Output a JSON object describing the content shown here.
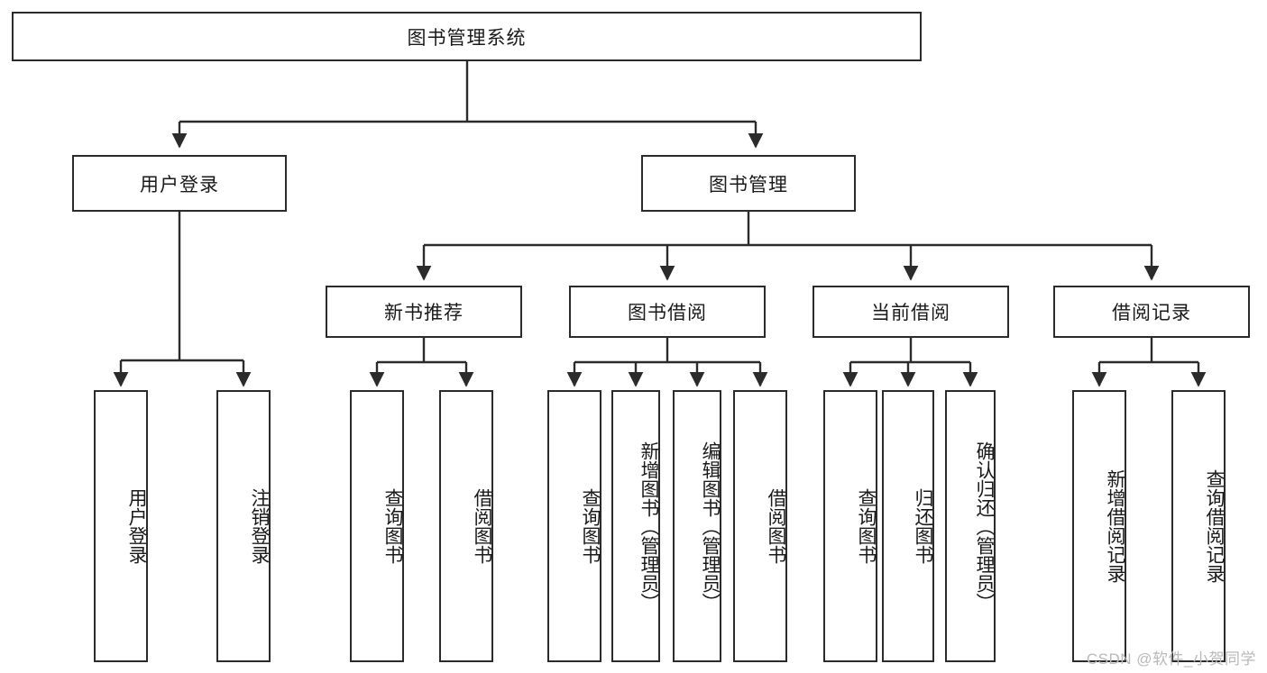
{
  "diagram": {
    "title": "图书管理系统",
    "watermark": "CSDN @软件_小贺同学",
    "colors": {
      "stroke": "#2b2b2b",
      "fill": "#ffffff",
      "text": "#1a1a1a",
      "watermark": "#b9b9b9"
    },
    "levels": {
      "root": {
        "label": "图书管理系统"
      },
      "level2": [
        {
          "label": "用户登录"
        },
        {
          "label": "图书管理"
        }
      ],
      "level3": [
        {
          "label": "新书推荐"
        },
        {
          "label": "图书借阅"
        },
        {
          "label": "当前借阅"
        },
        {
          "label": "借阅记录"
        }
      ],
      "leaves_user_login": [
        {
          "label": "用户登录"
        },
        {
          "label": "注销登录"
        }
      ],
      "leaves_new_book": [
        {
          "label": "查询图书"
        },
        {
          "label": "借阅图书"
        }
      ],
      "leaves_borrow": [
        {
          "label": "查询图书"
        },
        {
          "label": "新增图书（管理员）"
        },
        {
          "label": "编辑图书（管理员）"
        },
        {
          "label": "借阅图书"
        }
      ],
      "leaves_current": [
        {
          "label": "查询图书"
        },
        {
          "label": "归还图书"
        },
        {
          "label": "确认归还（管理员）"
        }
      ],
      "leaves_records": [
        {
          "label": "新增借阅记录"
        },
        {
          "label": "查询借阅记录"
        }
      ]
    }
  }
}
